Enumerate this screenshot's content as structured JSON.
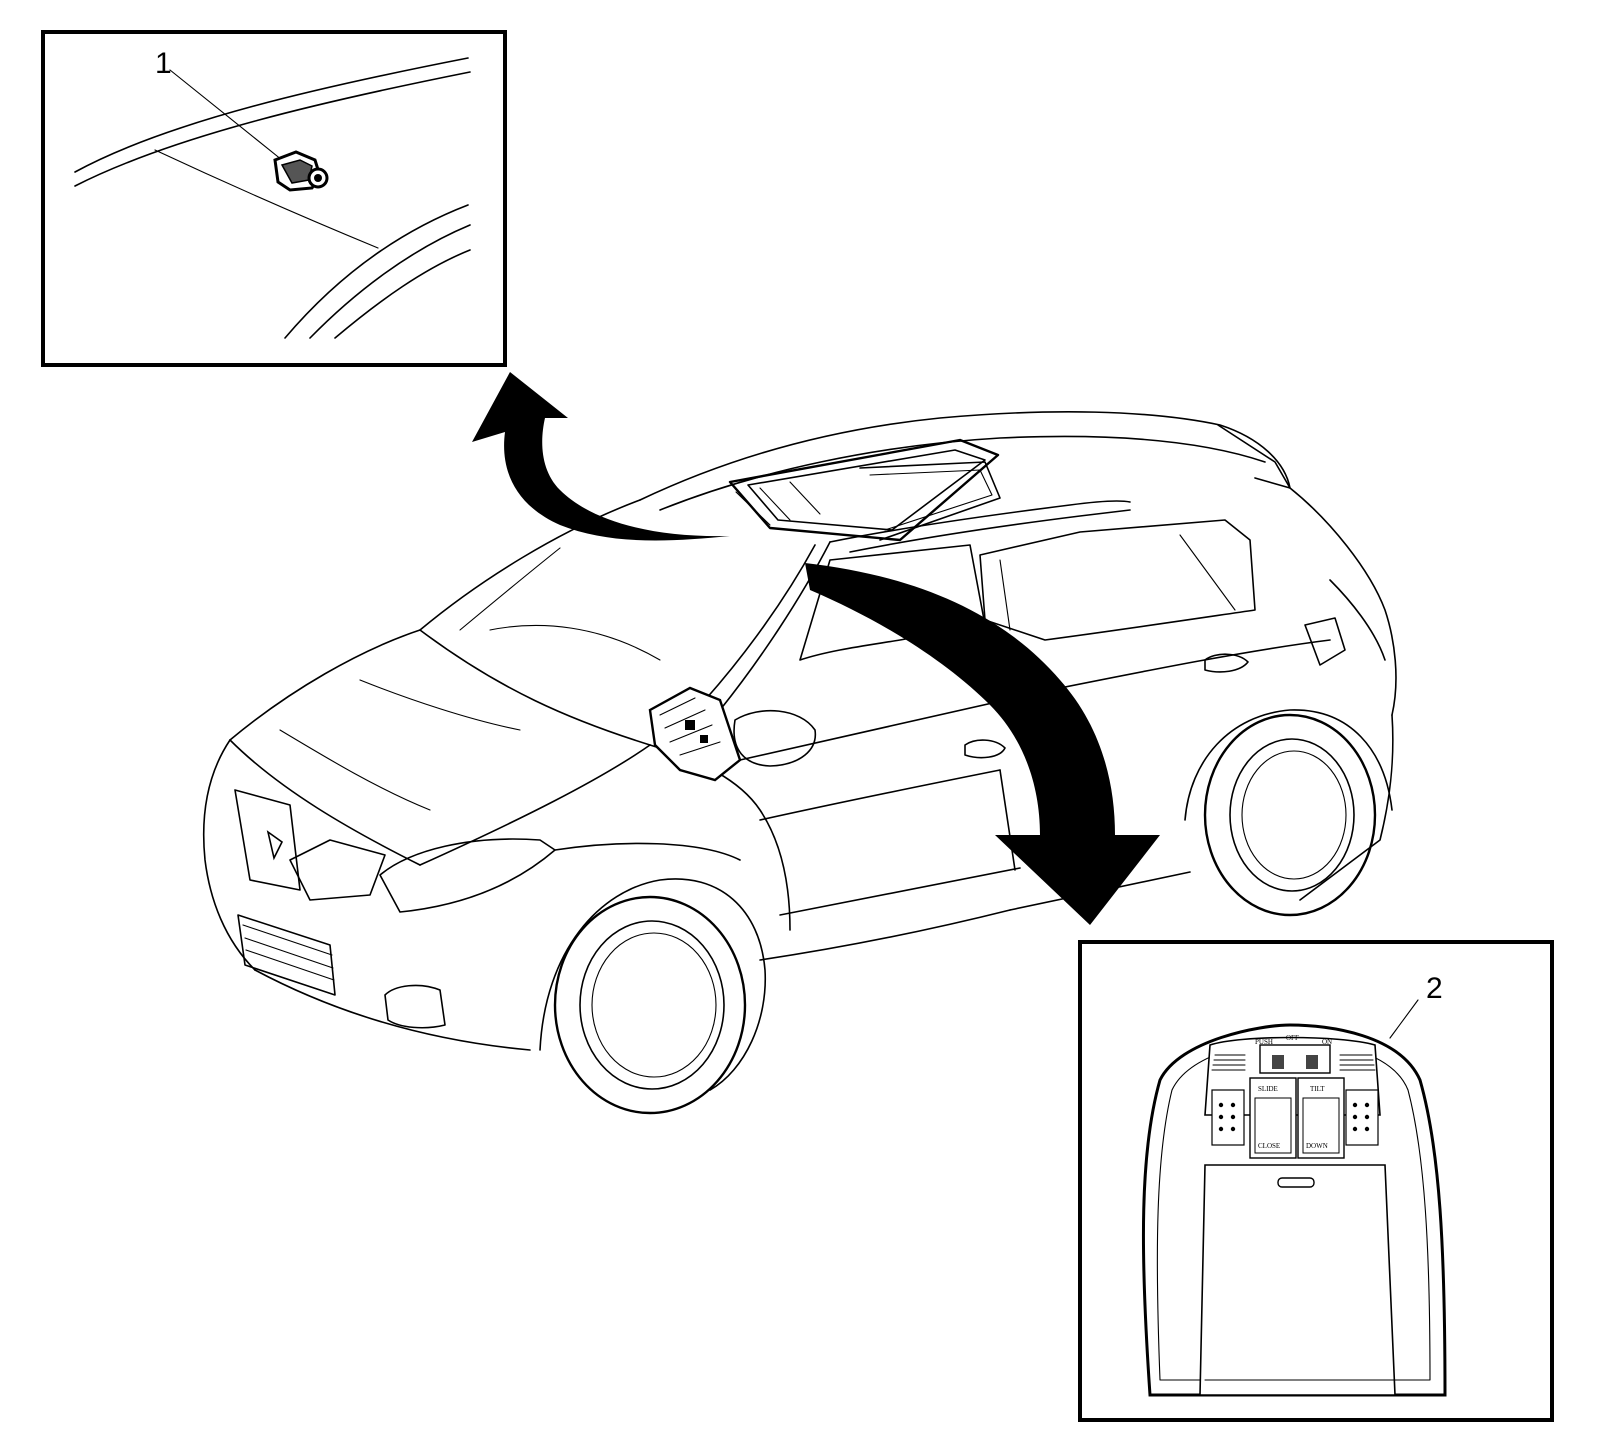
{
  "callouts": {
    "item1": "1",
    "item2": "2"
  },
  "console_labels": {
    "top_left": "PUSH",
    "top_mid": "OFF",
    "top_right": "ON",
    "slide": "SLIDE",
    "close": "CLOSE",
    "tilt": "TILT",
    "down": "DOWN"
  }
}
